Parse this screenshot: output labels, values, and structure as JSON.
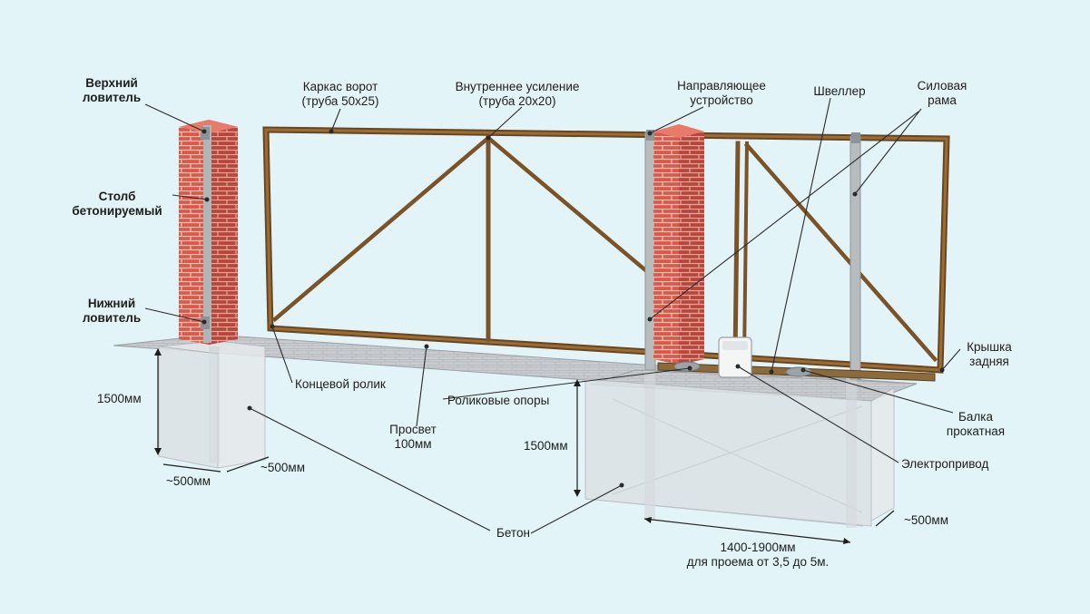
{
  "labels": {
    "top_catcher": "Верхний\nловитель",
    "post": "Столб\nбетонируемый",
    "bottom_catcher": "Нижний\nловитель",
    "frame": "Каркас ворот\n(труба 50x25)",
    "inner_reinforcement": "Внутреннее усиление\n(труба 20x20)",
    "guide_device": "Направляющее\nустройство",
    "channel": "Швеллер",
    "power_frame": "Силовая\nрама",
    "back_cap": "Крышка\nзадняя",
    "end_roller": "Концевой ролик",
    "roller_supports": "Роликовые опоры",
    "beam": "Балка\nпрокатная",
    "drive": "Электропривод",
    "clearance": "Просвет\n100мм",
    "concrete": "Бетон",
    "depth_left": "1500мм",
    "depth_right": "1500мм",
    "width_left_1": "~500мм",
    "width_left_2": "~500мм",
    "width_right": "~500мм",
    "length": "1400-1900мм\nдля проема от 3,5 до 5м."
  },
  "colors": {
    "background": "#e3f4f9",
    "frame": "#7a5428",
    "brick": "#d85a4a",
    "concrete": "#e4e8ea",
    "post": "#b9bec1"
  }
}
